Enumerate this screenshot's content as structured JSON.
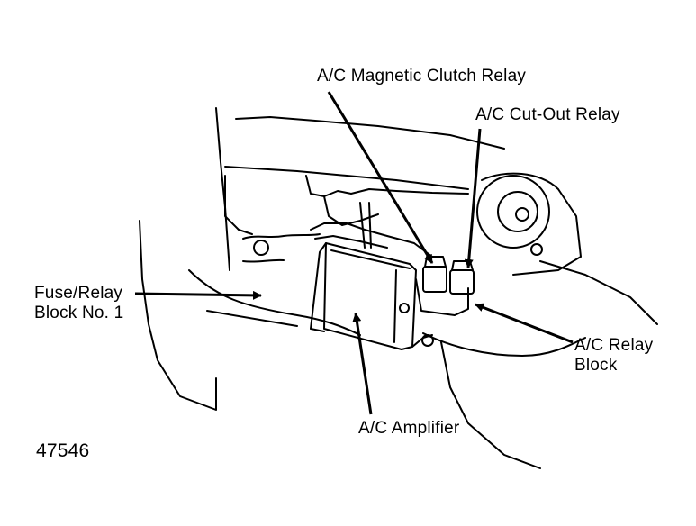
{
  "labels": {
    "magnetic_clutch_relay": "A/C Magnetic Clutch Relay",
    "cut_out_relay": "A/C Cut-Out Relay",
    "fuse_relay_block_line1": "Fuse/Relay",
    "fuse_relay_block_line2": "Block No. 1",
    "relay_block_line1": "A/C Relay",
    "relay_block_line2": "Block",
    "amplifier": "A/C Amplifier"
  },
  "figure_number": "47546"
}
